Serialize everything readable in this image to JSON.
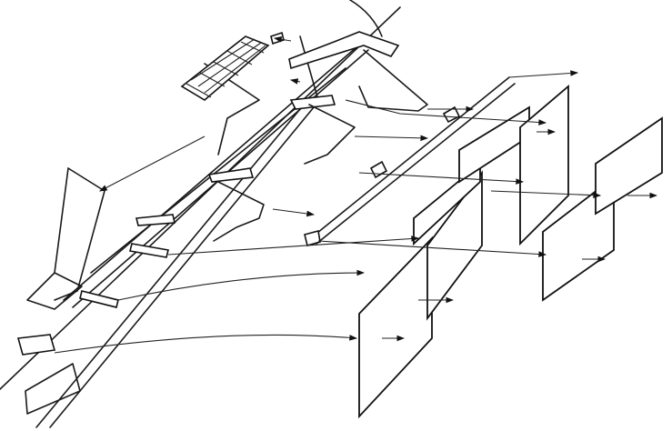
{
  "diagram": {
    "type": "exploded-assembly-line-drawing",
    "colors": {
      "ink": "#1a1a1a",
      "paper": "#ffffff"
    },
    "components": [
      "main-frame",
      "mesh-grille",
      "support-brackets",
      "support-rail",
      "side-panels",
      "arrows"
    ]
  }
}
